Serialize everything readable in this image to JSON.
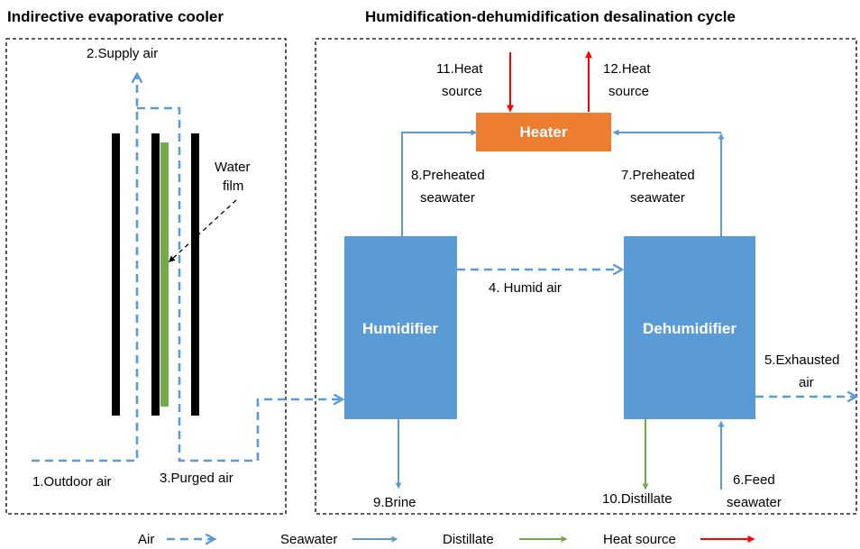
{
  "titles": {
    "left": "Indirective evaporative cooler",
    "right": "Humidification-dehumidification desalination cycle"
  },
  "boxes": {
    "heater": "Heater",
    "humidifier": "Humidifier",
    "dehumidifier": "Dehumidifier"
  },
  "labels": {
    "supply_air": "2.Supply air",
    "water_film_1": "Water",
    "water_film_2": "film",
    "outdoor_air": "1.Outdoor air",
    "purged_air": "3.Purged air",
    "heat_source_in_1": "11.Heat",
    "heat_source_in_2": "source",
    "heat_source_out_1": "12.Heat",
    "heat_source_out_2": "source",
    "preheated_8_1": "8.Preheated",
    "preheated_8_2": "seawater",
    "preheated_7_1": "7.Preheated",
    "preheated_7_2": "seawater",
    "humid_air": "4. Humid air",
    "exhausted_air_1": "5.Exhausted",
    "exhausted_air_2": "air",
    "brine": "9.Brine",
    "distillate": "10.Distillate",
    "feed_seawater_1": "6.Feed",
    "feed_seawater_2": "seawater"
  },
  "legend": {
    "air": "Air",
    "seawater": "Seawater",
    "distillate": "Distillate",
    "heat_source": "Heat source"
  },
  "colors": {
    "air": "#5b9bd5",
    "seawater": "#5b9bd5",
    "distillate": "#70ad47",
    "heat": "#ff0000",
    "box_blue": "#5b9bd5",
    "heater": "#ed7d31",
    "plate": "#000000",
    "water_film": "#70ad47"
  }
}
